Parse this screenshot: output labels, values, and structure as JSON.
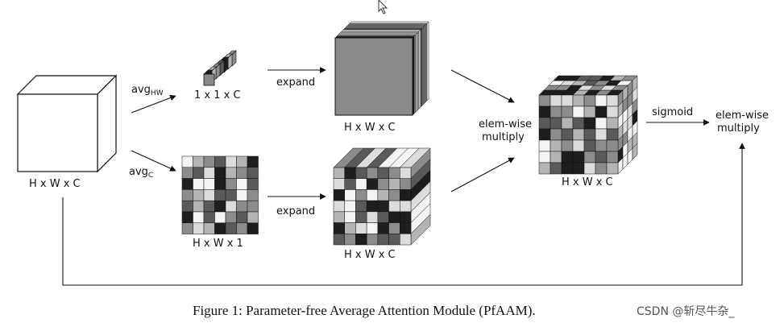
{
  "labels": {
    "input_shape": "H x W x C",
    "avg_hw_base": "avg",
    "avg_hw_sub": "HW",
    "avg_c_base": "avg",
    "avg_c_sub": "C",
    "channel_vec_shape": "1 x 1 x C",
    "spatial_map_shape": "H x W x 1",
    "expand_top": "expand",
    "expand_bottom": "expand",
    "expanded_top_shape": "H x W x C",
    "expanded_bottom_shape": "H x W x C",
    "elem_wise_1": "elem-wise",
    "multiply_1": "multiply",
    "result_shape": "H x W x C",
    "sigmoid": "sigmoid",
    "elem_wise_2": "elem-wise",
    "multiply_2": "multiply"
  },
  "caption": "Figure 1: Parameter-free Average Attention Module (PfAAM).",
  "watermark": "CSDN @斩尽牛杂_",
  "colors": {
    "stroke": "#111111",
    "grid": [
      "#1e1e1e",
      "#5a5a5a",
      "#8c8c8c",
      "#b4b4b4",
      "#dcdcdc",
      "#f4f4f4"
    ],
    "big_front": "#8a8a8a"
  }
}
